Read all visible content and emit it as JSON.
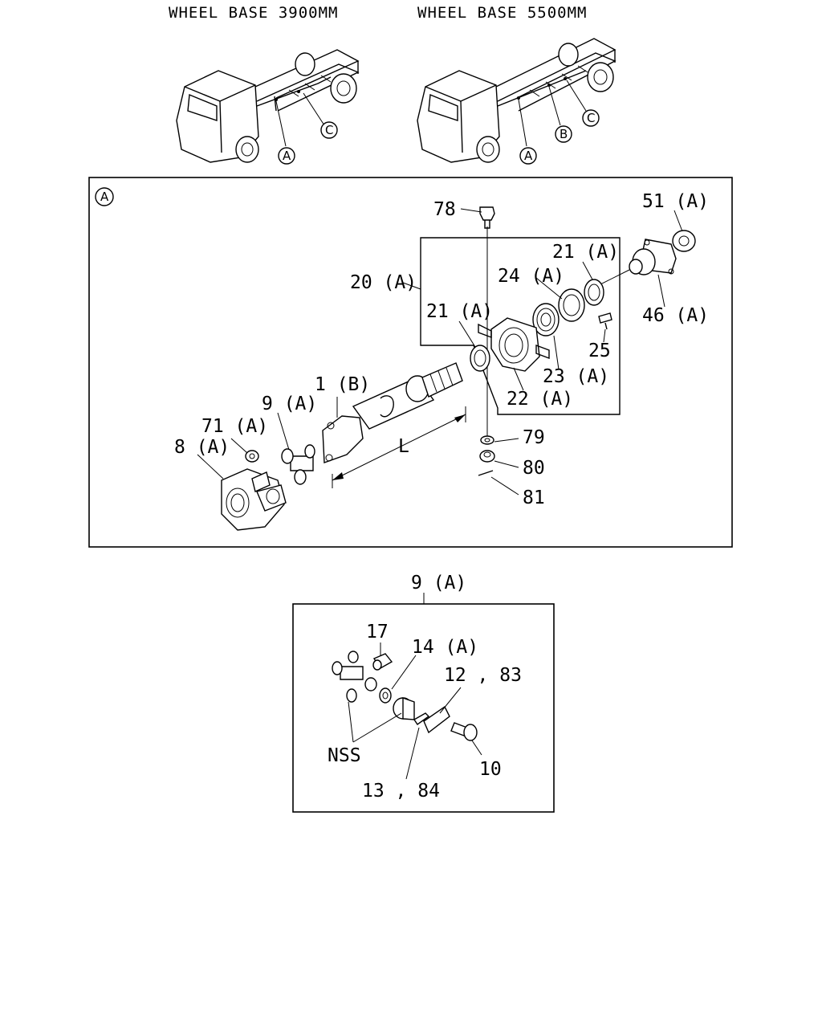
{
  "header": {
    "wheelbase_left": "WHEEL BASE 3900MM",
    "wheelbase_right": "WHEEL BASE 5500MM"
  },
  "truck_left": {
    "callouts": [
      "A",
      "C"
    ]
  },
  "truck_right": {
    "callouts": [
      "A",
      "B",
      "C"
    ]
  },
  "detail_a": {
    "marker": "A",
    "labels": {
      "p78": "78",
      "p51": "51 (A)",
      "p20": "20 (A)",
      "p21_top": "21 (A)",
      "p24": "24 (A)",
      "p21_left": "21 (A)",
      "p46": "46 (A)",
      "p25": "25",
      "p23": "23 (A)",
      "p22": "22 (A)",
      "p1": "1 (B)",
      "p9": "9 (A)",
      "p71": "71 (A)",
      "p8": "8 (A)",
      "p79": "79",
      "p80": "80",
      "p81": "81",
      "dim_L": "L"
    }
  },
  "detail_9a": {
    "title": "9 (A)",
    "labels": {
      "p17": "17",
      "p14": "14 (A)",
      "p12": "12 , 83",
      "nss": "NSS",
      "p10": "10",
      "p13": "13 , 84"
    }
  },
  "colors": {
    "line": "#000000",
    "background": "#ffffff"
  }
}
